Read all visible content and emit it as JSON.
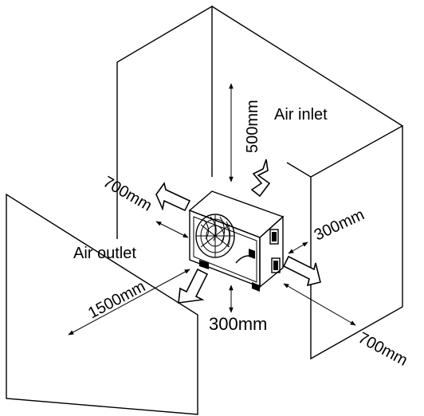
{
  "labels": {
    "air_inlet": "Air inlet",
    "air_outlet": "Air outlet",
    "dim_top": "500mm",
    "dim_left": "700mm",
    "dim_right_side": "300mm",
    "dim_bottom": "300mm",
    "dim_front": "1500mm",
    "dim_right_front": "700mm"
  },
  "colors": {
    "line": "#000000",
    "background": "#ffffff"
  },
  "icons": {
    "unit": "heat-pump-unit-icon",
    "fan": "fan-grille-icon",
    "arrows": "airflow-arrow-icon"
  }
}
